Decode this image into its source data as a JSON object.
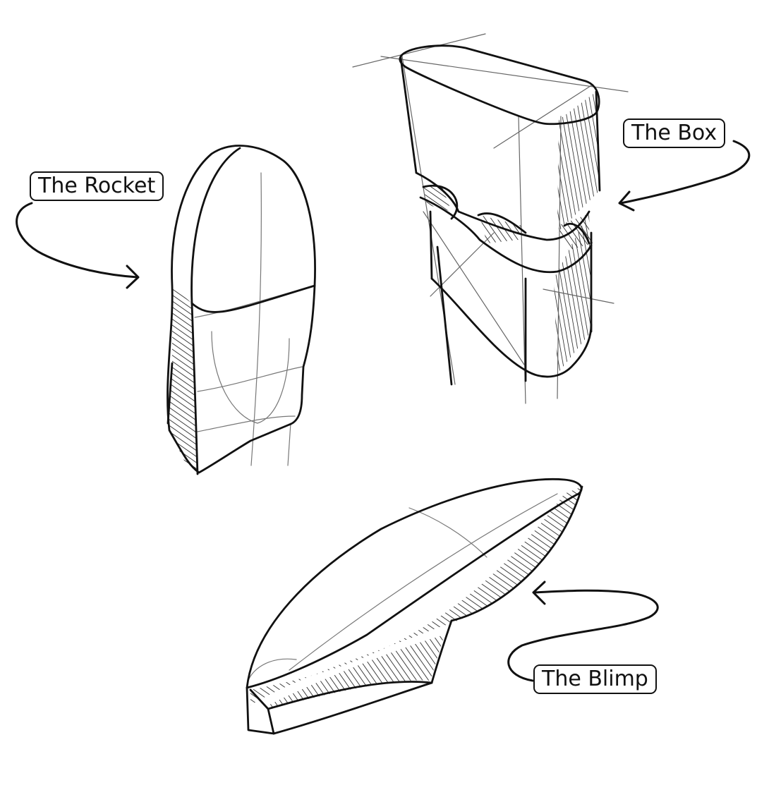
{
  "labels": {
    "rocket": "The Rocket",
    "box": "The Box",
    "blimp": "The Blimp"
  },
  "colors": {
    "ink": "#111111",
    "construction": "#6a6a6a",
    "paper": "#ffffff"
  }
}
